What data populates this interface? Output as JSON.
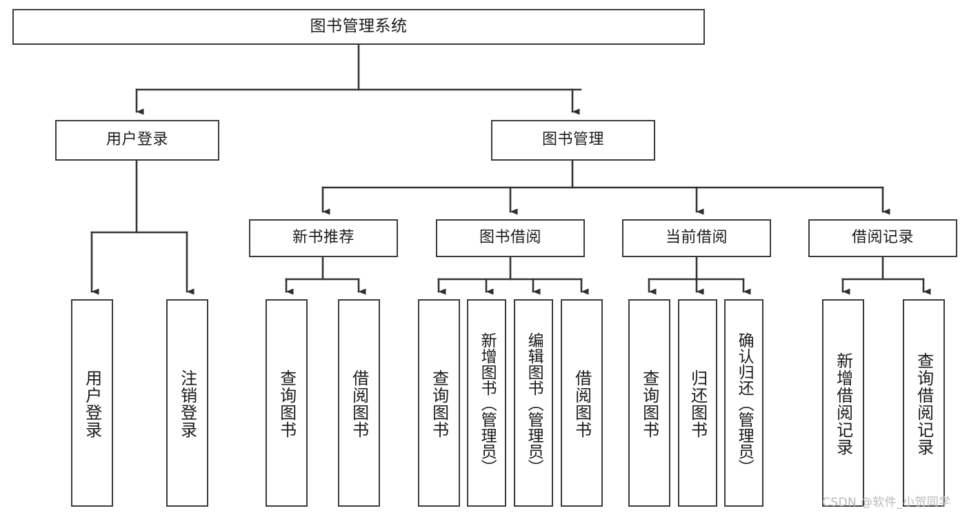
{
  "diagram": {
    "type": "tree",
    "title": "图书管理系统",
    "root": {
      "label": "图书管理系统"
    },
    "level2": [
      {
        "label": "用户登录"
      },
      {
        "label": "图书管理"
      }
    ],
    "level3": [
      {
        "label": "新书推荐"
      },
      {
        "label": "图书借阅"
      },
      {
        "label": "当前借阅"
      },
      {
        "label": "借阅记录"
      }
    ],
    "leaves": {
      "user_login": [
        {
          "label": "用户登录"
        },
        {
          "label": "注销登录"
        }
      ],
      "new_book_recommend": [
        {
          "label": "查询图书"
        },
        {
          "label": "借阅图书"
        }
      ],
      "book_borrow": [
        {
          "label": "查询图书"
        },
        {
          "label": "新增图书（管理员）"
        },
        {
          "label": "编辑图书（管理员）"
        },
        {
          "label": "借阅图书"
        }
      ],
      "current_borrow": [
        {
          "label": "查询图书"
        },
        {
          "label": "归还图书"
        },
        {
          "label": "确认归还（管理员）"
        }
      ],
      "borrow_record": [
        {
          "label": "新增借阅记录"
        },
        {
          "label": "查询借阅记录"
        }
      ]
    }
  },
  "watermark": {
    "text": "CSDN @软件_小贺同学"
  },
  "colors": {
    "box_border": "#3a3a3a",
    "box_fill": "#ffffff",
    "line": "#333333",
    "text": "#1a1a1a",
    "watermark": "#b9b9b9",
    "background": "#ffffff"
  }
}
